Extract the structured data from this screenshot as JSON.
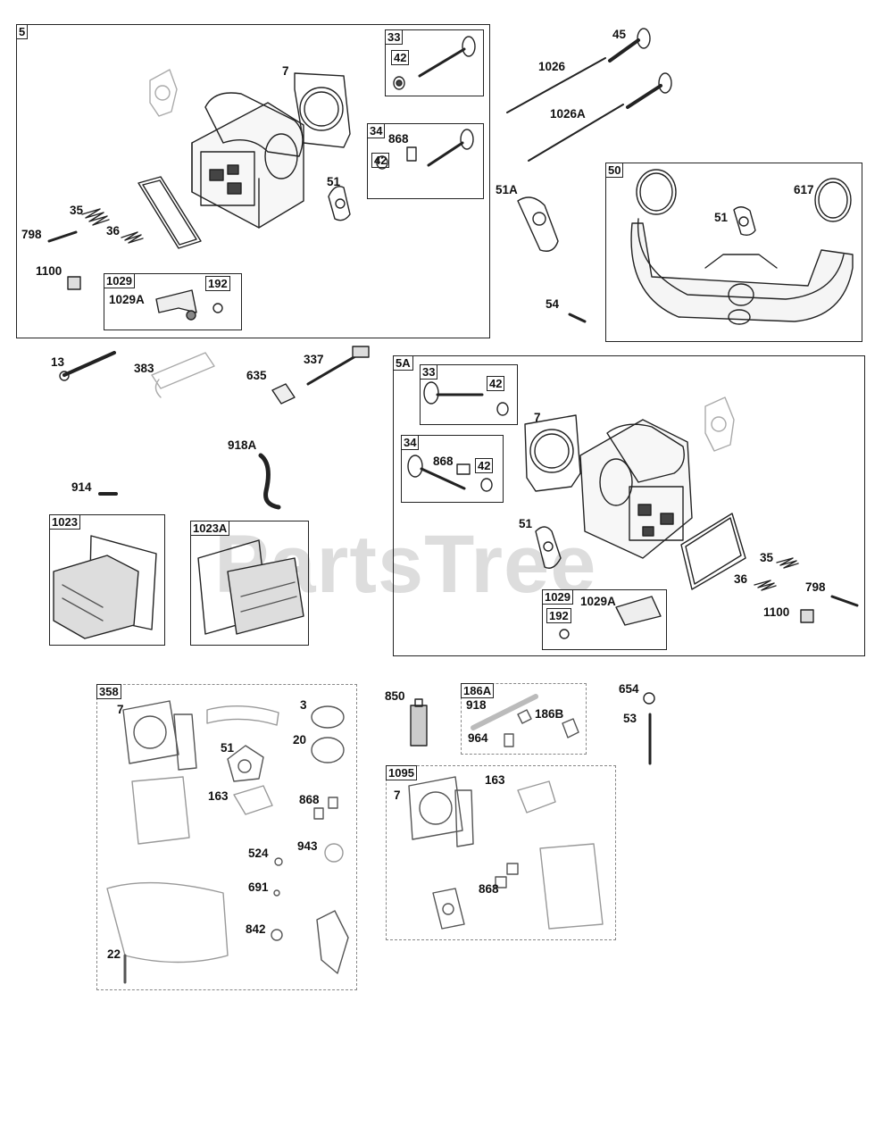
{
  "watermark": "PartsTree",
  "boxes": {
    "b5": "5",
    "b33a": "33",
    "b42a": "42",
    "b34a": "34",
    "b42b": "42",
    "b1029a": "1029",
    "b192a": "192",
    "b50": "50",
    "b5A": "5A",
    "b33b": "33",
    "b42c": "42",
    "b34b": "34",
    "b42d": "42",
    "b1029b": "1029",
    "b192b": "192",
    "b1023": "1023",
    "b1023A": "1023A",
    "b358": "358",
    "b186A": "186A",
    "b1095": "1095"
  },
  "labels": {
    "l7a": "7",
    "l868a": "868",
    "l51a": "51",
    "l35a": "35",
    "l798a": "798",
    "l36a": "36",
    "l1100a": "1100",
    "l1029Aa": "1029A",
    "l45": "45",
    "l1026": "1026",
    "l1026A": "1026A",
    "l51A": "51A",
    "l617": "617",
    "l51b": "51",
    "l54": "54",
    "l13": "13",
    "l383": "383",
    "l635": "635",
    "l337": "337",
    "l918A": "918A",
    "l914": "914",
    "l7b": "7",
    "l868b": "868",
    "l51c": "51",
    "l1029Ab": "1029A",
    "l35b": "35",
    "l36b": "36",
    "l798b": "798",
    "l1100b": "1100",
    "l7c": "7",
    "l3": "3",
    "l20": "20",
    "l51d": "51",
    "l163a": "163",
    "l868c": "868",
    "l524": "524",
    "l943": "943",
    "l691": "691",
    "l842": "842",
    "l22": "22",
    "l850": "850",
    "l918": "918",
    "l186B": "186B",
    "l964": "964",
    "l654": "654",
    "l53": "53",
    "l163b": "163",
    "l7d": "7",
    "l868d": "868"
  }
}
